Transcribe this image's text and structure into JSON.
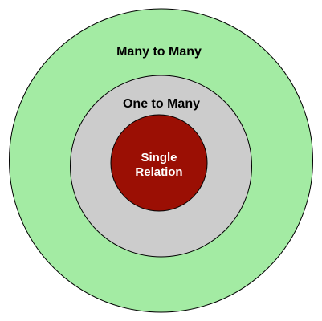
{
  "diagram": {
    "outer": {
      "label": "Many to Many",
      "fill": "#a3eba3",
      "text_color": "#000000"
    },
    "middle": {
      "label": "One to Many",
      "fill": "#cccccc",
      "text_color": "#000000"
    },
    "inner": {
      "label_line1": "Single",
      "label_line2": "Relation",
      "fill": "#9b0f04",
      "text_color": "#ffffff"
    },
    "stroke_color": "#000000"
  }
}
